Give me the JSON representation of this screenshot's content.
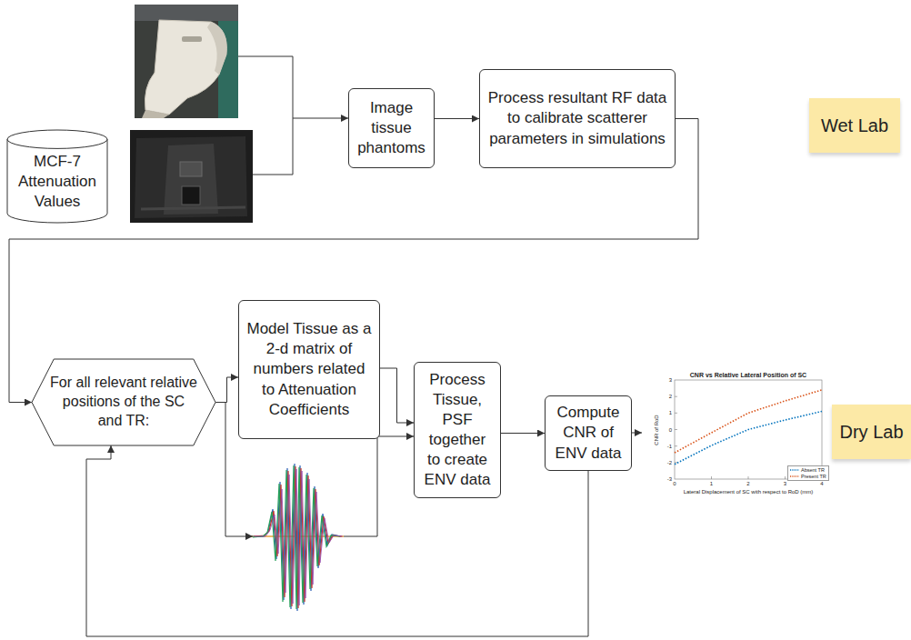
{
  "diagram": {
    "nodes": [
      {
        "text": [
          "MCF-7 Attenuation Values"
        ]
      },
      {
        "text": [
          "Image tissue phantoms"
        ]
      },
      {
        "text": [
          "Process resultant RF data to calibrate scatterer parameters in simulations"
        ]
      },
      {
        "text": [
          "Wet Lab"
        ]
      },
      {
        "text": [
          "For all relevant relative positions of the SC and TR:"
        ]
      },
      {
        "text": [
          "Model Tissue as a 2-d matrix of numbers related to Attenuation Coefficients"
        ]
      },
      {
        "text": [
          "Process Tissue, PSF together to create ENV data"
        ]
      },
      {
        "text": [
          "Compute CNR of ENV data"
        ]
      },
      {
        "text": [
          "Dry Lab"
        ]
      }
    ],
    "edges": [
      {
        "from": 1,
        "to": 2,
        "arrow": "to"
      },
      {
        "from": 2,
        "to": 4,
        "arrow": "to"
      },
      {
        "from": 4,
        "to": 5,
        "arrow": "to"
      },
      {
        "from": 5,
        "to": 6,
        "arrow": "to"
      },
      {
        "from": 6,
        "to": 7,
        "arrow": "to"
      },
      {
        "from": 7,
        "to": 4,
        "arrow": "to"
      }
    ],
    "labels": [
      "CNR vs Relative Lateral Position of SC",
      "3",
      "2",
      "1",
      "0",
      "-1",
      "-2",
      "-3",
      "0",
      "1",
      "2",
      "3",
      "4",
      "CNR of RoD",
      "Lateral Displacement of SC with respect to RoD (mm)"
    ],
    "legend": [
      {
        "text": "Absent TR"
      },
      {
        "text": "Present TR"
      }
    ]
  }
}
